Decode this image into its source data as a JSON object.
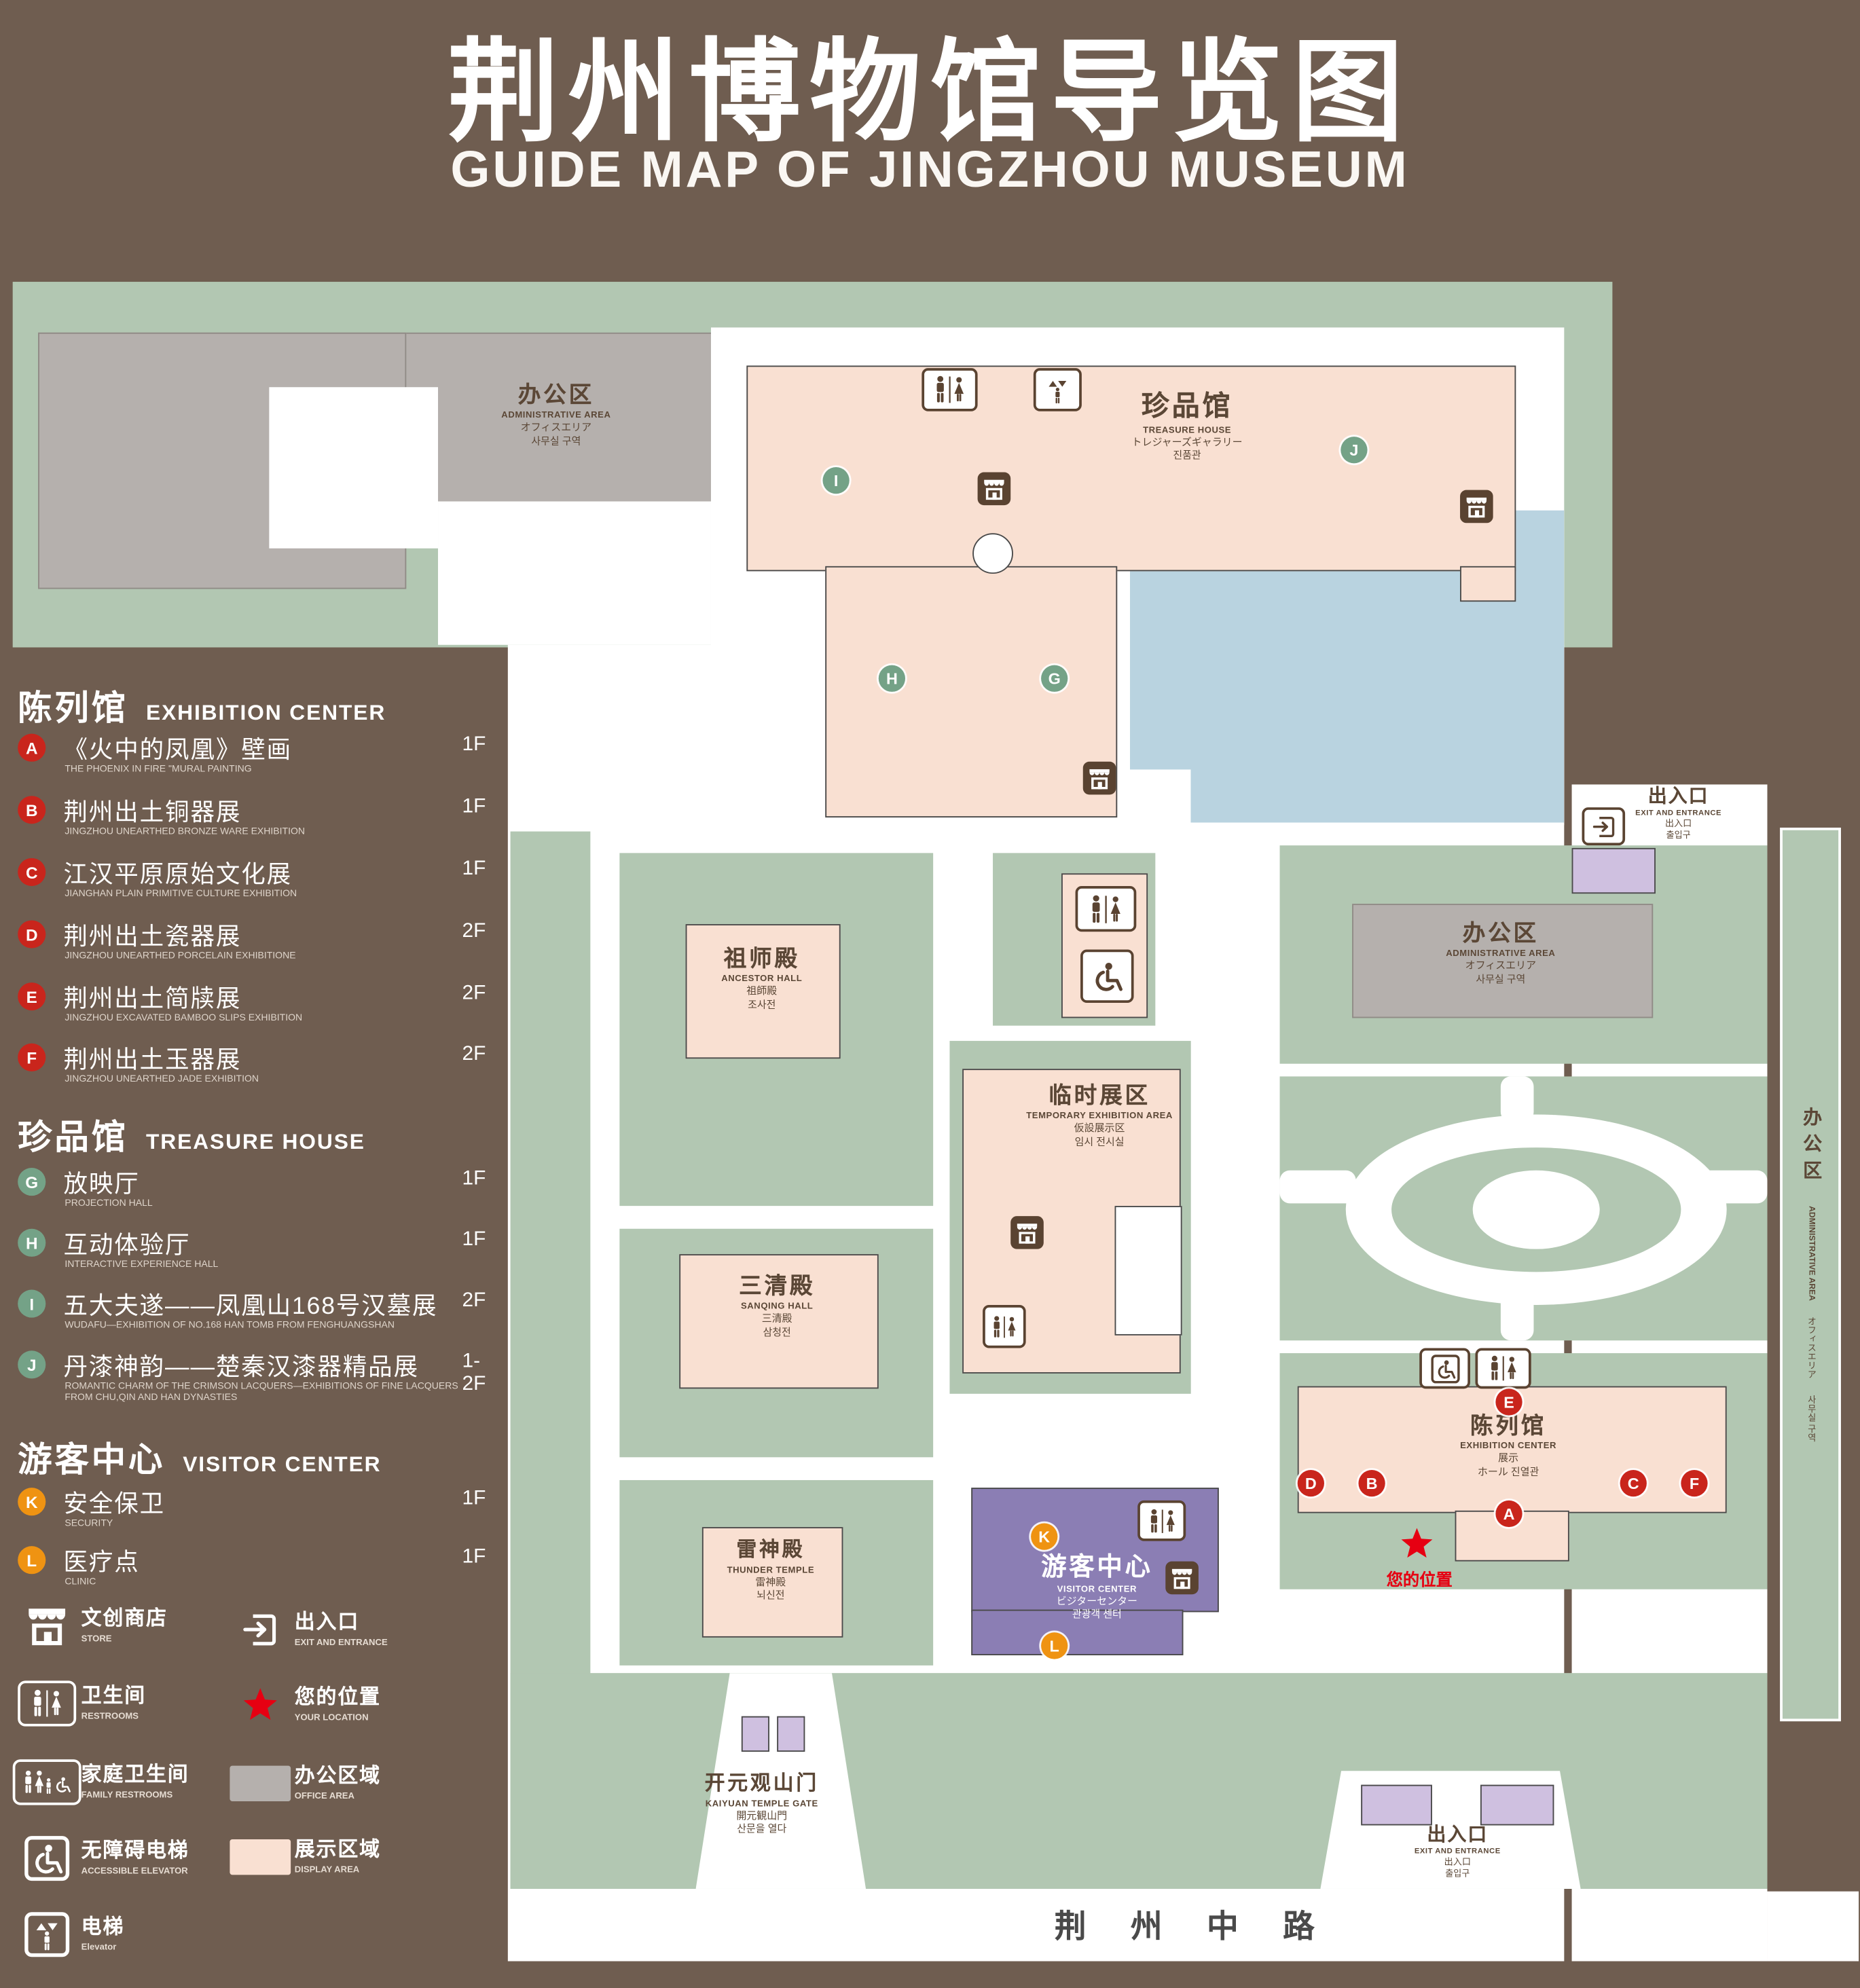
{
  "title": {
    "zh": "荆州博物馆导览图",
    "en": "GUIDE MAP OF JINGZHOU MUSEUM"
  },
  "legend": {
    "sections": [
      {
        "zh": "陈列馆",
        "en": "EXHIBITION CENTER",
        "items": [
          {
            "key": "A",
            "zh": "《火中的凤凰》壁画",
            "en": "THE PHOENIX IN FIRE \"MURAL PAINTING",
            "floor": "1F"
          },
          {
            "key": "B",
            "zh": "荆州出土铜器展",
            "en": "JINGZHOU UNEARTHED BRONZE WARE EXHIBITION",
            "floor": "1F"
          },
          {
            "key": "C",
            "zh": "江汉平原原始文化展",
            "en": "JIANGHAN PLAIN PRIMITIVE CULTURE EXHIBITION",
            "floor": "1F"
          },
          {
            "key": "D",
            "zh": "荆州出土瓷器展",
            "en": "JINGZHOU UNEARTHED PORCELAIN EXHIBITIONE",
            "floor": "2F"
          },
          {
            "key": "E",
            "zh": "荆州出土简牍展",
            "en": "JINGZHOU EXCAVATED BAMBOO SLIPS EXHIBITION",
            "floor": "2F"
          },
          {
            "key": "F",
            "zh": "荆州出土玉器展",
            "en": "JINGZHOU UNEARTHED JADE EXHIBITION",
            "floor": "2F"
          }
        ]
      },
      {
        "zh": "珍品馆",
        "en": "TREASURE HOUSE",
        "items": [
          {
            "key": "G",
            "zh": "放映厅",
            "en": "PROJECTION HALL",
            "floor": "1F"
          },
          {
            "key": "H",
            "zh": "互动体验厅",
            "en": "INTERACTIVE EXPERIENCE HALL",
            "floor": "1F"
          },
          {
            "key": "I",
            "zh": "五大夫遂——凤凰山168号汉墓展",
            "en": "WUDAFU—EXHIBITION OF NO.168 HAN TOMB FROM FENGHUANGSHAN",
            "floor": "2F"
          },
          {
            "key": "J",
            "zh": "丹漆神韵——楚秦汉漆器精品展",
            "en": "ROMANTIC CHARM OF THE CRIMSON LACQUERS—EXHIBITIONS OF FINE LACQUERS FROM CHU,QIN AND HAN DYNASTIES",
            "floor": "1-2F"
          }
        ]
      },
      {
        "zh": "游客中心",
        "en": "VISITOR CENTER",
        "items": [
          {
            "key": "K",
            "zh": "安全保卫",
            "en": "SECURITY",
            "floor": "1F"
          },
          {
            "key": "L",
            "zh": "医疗点",
            "en": "CLINIC",
            "floor": "1F"
          }
        ]
      }
    ],
    "symbols": {
      "store": {
        "zh": "文创商店",
        "en": "STORE"
      },
      "exit": {
        "zh": "出入口",
        "en": "EXIT AND ENTRANCE"
      },
      "restroom": {
        "zh": "卫生间",
        "en": "RESTROOMS"
      },
      "location": {
        "zh": "您的位置",
        "en": "YOUR LOCATION"
      },
      "family": {
        "zh": "家庭卫生间",
        "en": "FAMILY RESTROOMS"
      },
      "office": {
        "zh": "办公区域",
        "en": "OFFICE AREA"
      },
      "accessible_elevator": {
        "zh": "无障碍电梯",
        "en": "ACCESSIBLE ELEVATOR"
      },
      "display": {
        "zh": "展示区域",
        "en": "DISPLAY AREA"
      },
      "elevator": {
        "zh": "电梯",
        "en": "Elevator"
      }
    }
  },
  "map": {
    "admin": {
      "zh": "办公区",
      "en": "ADMINISTRATIVE AREA",
      "ja": "オフィスエリア",
      "ko": "사무실 구역"
    },
    "treasure": {
      "zh": "珍品馆",
      "en": "TREASURE HOUSE",
      "ja": "トレジャーズギャラリー",
      "ko": "진품관"
    },
    "ancestor": {
      "zh": "祖师殿",
      "en": "ANCESTOR HALL",
      "ja": "祖師殿",
      "ko": "조사전"
    },
    "temporary": {
      "zh": "临时展区",
      "en": "TEMPORARY EXHIBITION AREA",
      "ja": "仮設展示区",
      "ko": "임시 전시실"
    },
    "sanqing": {
      "zh": "三清殿",
      "en": "SANQING HALL",
      "ja": "三清殿",
      "ko": "삼청전"
    },
    "thunder": {
      "zh": "雷神殿",
      "en": "THUNDER TEMPLE",
      "ja": "雷神殿",
      "ko": "뇌신전"
    },
    "visitor": {
      "zh": "游客中心",
      "en": "VISITOR CENTER",
      "ja": "ビジターセンター",
      "ko": "관광객 센터"
    },
    "exhibition": {
      "zh": "陈列馆",
      "en": "EXHIBITION CENTER",
      "ja": "展示",
      "ko": "ホール 진열관"
    },
    "gate": {
      "zh": "开元观山门",
      "en": "KAIYUAN TEMPLE GATE",
      "ja": "開元観山門",
      "ko": "산문을 열다"
    },
    "entrance": {
      "zh": "出入口",
      "en": "EXIT AND ENTRANCE",
      "ja": "出入口",
      "ko": "출입구"
    },
    "your_location": "您的位置",
    "road": "荆 州 中 路"
  },
  "colors": {
    "background": "#6f5d50",
    "map_green": "#b2c7b2",
    "display_area": "#f9e0d2",
    "office_area": "#b5b0ad",
    "visitor_purple": "#8b7eb4",
    "light_purple": "#cfc0e0",
    "water": "#b9d3e0",
    "badge_red": "#c9251c",
    "badge_green": "#74a287",
    "badge_orange": "#ef9312",
    "accent_red": "#e60012",
    "icon_brown": "#5a4331",
    "outline": "#4a4a4a",
    "label_brown": "#5b4736",
    "road_text": "#4a4a4a"
  }
}
